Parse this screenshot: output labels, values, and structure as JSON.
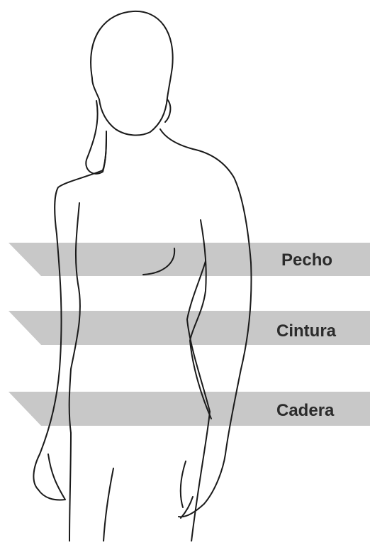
{
  "diagram": {
    "bands": [
      {
        "label": "Pecho"
      },
      {
        "label": "Cintura"
      },
      {
        "label": "Cadera"
      }
    ],
    "colors": {
      "band": "#c8c8c8",
      "outline": "#1a1a1a",
      "label": "#2b2b2b",
      "background": "#ffffff"
    }
  }
}
